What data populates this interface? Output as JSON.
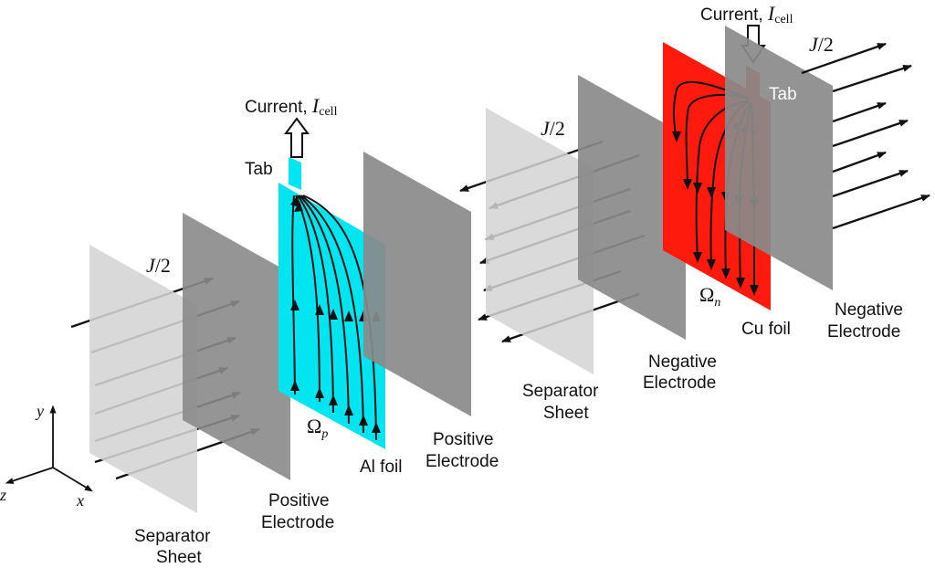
{
  "labels": {
    "current_left": "Current, ",
    "current_left_symbol": "I",
    "current_left_sub": "cell",
    "current_right": "Current, ",
    "current_right_symbol": "I",
    "current_right_sub": "cell",
    "tab_left": "Tab",
    "tab_right": "Tab",
    "j_half_left": "J",
    "j_half_mid": "J",
    "j_half_right": "J",
    "j_half_denominator": "/2",
    "omega_p": "Ω",
    "omega_p_sub": "p",
    "omega_n": "Ω",
    "omega_n_sub": "n",
    "al_foil": "Al foil",
    "cu_foil": "Cu foil",
    "separator_left_line1": "Separator",
    "separator_left_line2": "Sheet",
    "positive_left_line1": "Positive",
    "positive_left_line2": "Electrode",
    "positive_right_line1": "Positive",
    "positive_right_line2": "Electrode",
    "separator_right_line1": "Separator",
    "separator_right_line2": "Sheet",
    "negative_left_line1": "Negative",
    "negative_left_line2": "Electrode",
    "negative_right_line1": "Negative",
    "negative_right_line2": "Electrode"
  },
  "axes": {
    "x": "x",
    "y": "y",
    "z": "z"
  },
  "colors": {
    "separator": "#d4d4d4",
    "electrode": "#8a8a8a",
    "al_foil": "#00e5ef",
    "cu_foil": "#ff1a0e",
    "arrow": "#111111"
  }
}
